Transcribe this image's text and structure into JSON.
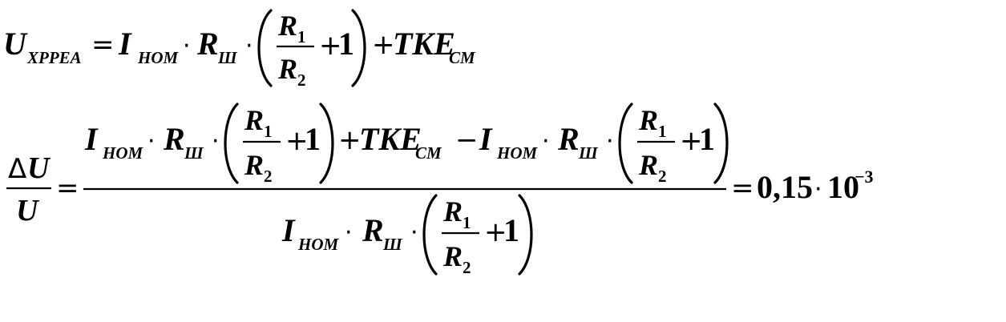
{
  "formula1": {
    "lhs_var": "U",
    "lhs_sub": "XPPEA",
    "equals": "=",
    "i": "I",
    "i_sub": "HOM",
    "dot": "·",
    "r": "R",
    "r_sub": "Ш",
    "frac_num_var": "R",
    "frac_num_sub": "1",
    "frac_den_var": "R",
    "frac_den_sub": "2",
    "plus": "+",
    "one": "1",
    "tke": "TKE",
    "tke_sub": "CM"
  },
  "formula2": {
    "delta": "Δ",
    "u": "U",
    "equals": "=",
    "minus": "−",
    "result": "0,15",
    "ten": "10",
    "exponent": "−3"
  }
}
